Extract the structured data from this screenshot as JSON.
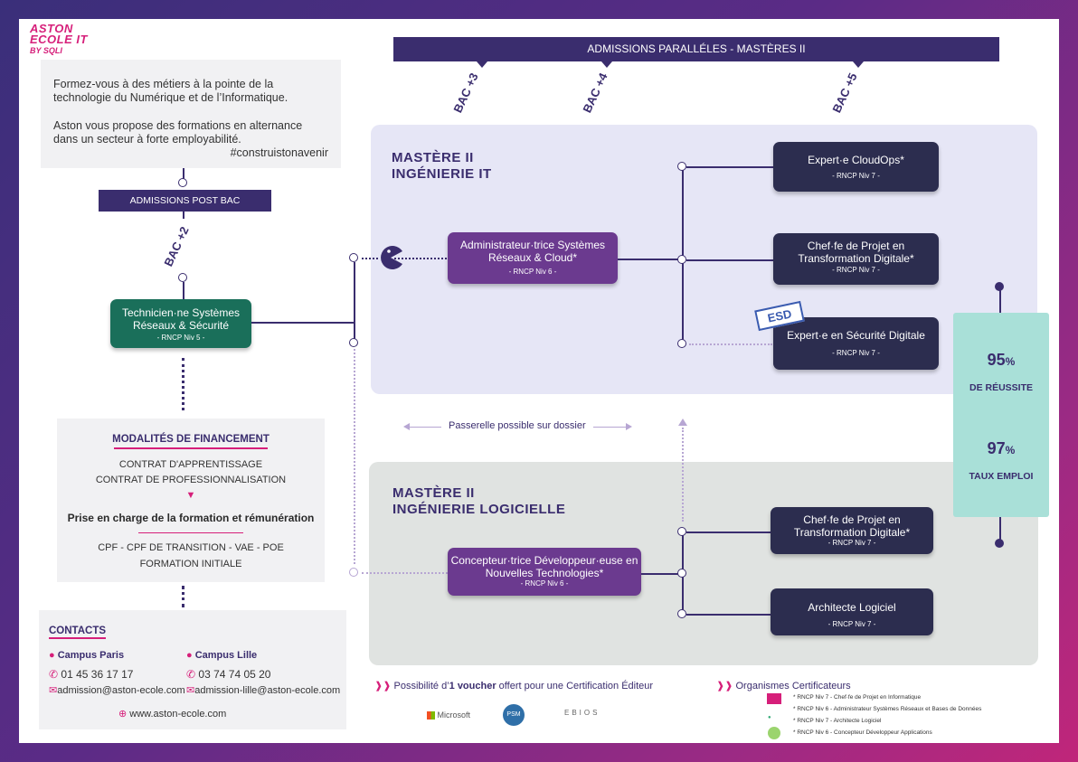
{
  "logo": {
    "line1": "ASTON",
    "line2": "ECOLE IT",
    "line3": "BY SQLI"
  },
  "intro": {
    "p1": "Formez-vous à des métiers à la pointe de la technologie du Numérique et de l’Informatique.",
    "p2": "Aston vous propose des formations en alternance dans un secteur à forte employabilité.",
    "hashtag": "#construistonavenir"
  },
  "admissions_post_bac": "ADMISSIONS POST BAC",
  "admissions_paralleles": "ADMISSIONS PARALLÉLES - MASTÈRES II",
  "bac": {
    "b2": "BAC +2",
    "b3": "BAC +3",
    "b4": "BAC +4",
    "b5": "BAC +5"
  },
  "technicien": {
    "title": "Technicien·ne Systèmes Réseaux & Sécurité",
    "rncp": "- RNCP Niv 5 -"
  },
  "panel_it": {
    "line1": "MASTÈRE II",
    "line2": "INGÉNIERIE IT"
  },
  "panel_log": {
    "line1": "MASTÈRE II",
    "line2": "INGÉNIERIE LOGICIELLE"
  },
  "admin": {
    "title": "Administrateur·trice Systèmes Réseaux & Cloud*",
    "rncp": "- RNCP Niv 6 -"
  },
  "cloudops": {
    "title": "Expert·e CloudOps*",
    "rncp": "- RNCP Niv 7 -"
  },
  "chef_it": {
    "title": "Chef·fe de Projet en Transformation Digitale*",
    "rncp": "- RNCP Niv 7 -"
  },
  "securite": {
    "title": "Expert·e en Sécurité Digitale",
    "rncp": "- RNCP Niv 7 -",
    "stamp": "ESD"
  },
  "concepteur": {
    "title": "Concepteur·trice Développeur·euse en Nouvelles Technologies*",
    "rncp": "- RNCP Niv 6 -"
  },
  "chef_log": {
    "title": "Chef·fe de Projet en Transformation Digitale*",
    "rncp": "- RNCP Niv 7 -"
  },
  "architecte": {
    "title": "Architecte Logiciel",
    "rncp": "- RNCP Niv 7 -"
  },
  "passerelle": "Passerelle possible sur dossier",
  "stats": {
    "n1": "95",
    "n2": "97",
    "pct": "%",
    "l1": "DE RÉUSSITE",
    "l2": "TAUX EMPLOI"
  },
  "financement": {
    "title": "MODALITÉS DE FINANCEMENT",
    "c1": "CONTRAT D'APPRENTISSAGE",
    "c2": "CONTRAT DE PROFESSIONNALISATION",
    "prise": "Prise en charge de la formation et rémunération",
    "o1": "CPF - CPF DE TRANSITION - VAE - POE",
    "o2": "FORMATION INITIALE"
  },
  "contacts": {
    "title": "CONTACTS",
    "paris": "Campus Paris",
    "lille": "Campus Lille",
    "tel_paris": "01 45 36 17 17",
    "tel_lille": "03 74 74 05 20",
    "mail_paris": "admission@aston-ecole.com",
    "mail_lille": "admission-lille@aston-ecole.com",
    "web": "www.aston-ecole.com"
  },
  "voucher": {
    "pre": "Possibilité d’",
    "bold": "1 voucher",
    "post": " offert pour une Certification Éditeur"
  },
  "editors": [
    "Microsoft",
    "PSM",
    "EBIOS"
  ],
  "organismes": {
    "title": "Organismes Certificateurs",
    "items": [
      "* RNCP Niv 7 - Chef·fe de Projet en Informatique",
      "* RNCP Niv 6 - Administrateur Systèmes Réseaux et Bases de Données",
      "* RNCP Niv 7 - Architecte Logiciel",
      "* RNCP Niv 6 - Concepteur Développeur Applications"
    ]
  },
  "colors": {
    "navy": "#2c2d4f",
    "purple": "#6b3a8f",
    "green": "#1a6f5a",
    "pink": "#d61f7a",
    "teal": "#a9e0d8"
  }
}
